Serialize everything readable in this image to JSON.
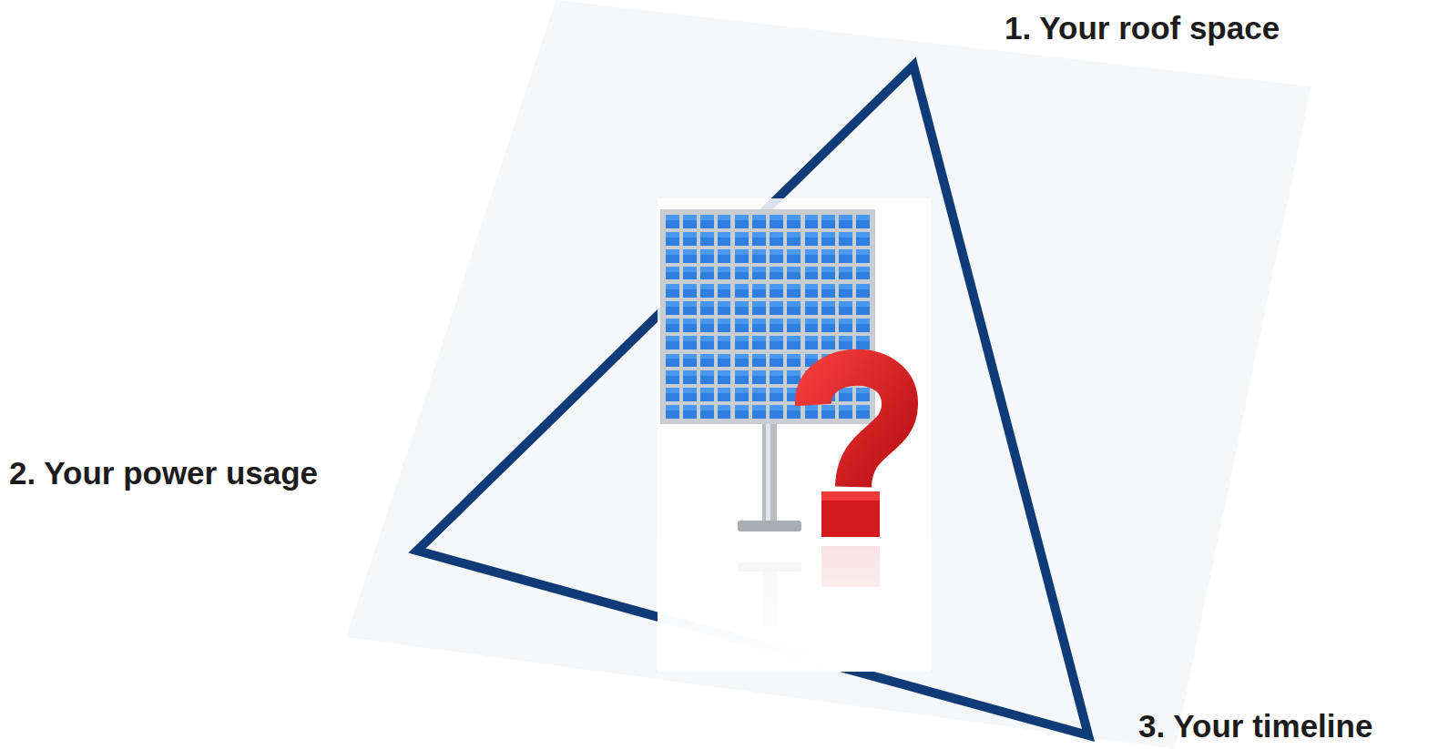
{
  "diagram": {
    "labels": [
      "1. Your roof space",
      "2. Your power usage",
      "3. Your timeline"
    ]
  }
}
